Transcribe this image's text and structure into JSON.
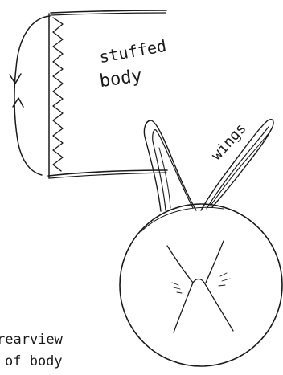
{
  "labels": {
    "stuffed_line1": "stuffed",
    "stuffed_line2": "body",
    "wings": "wings",
    "rearview_line1": "rearview",
    "rearview_line2": "of body"
  },
  "colors": {
    "ink": "#1a1a1a",
    "paper": "#ffffff"
  }
}
